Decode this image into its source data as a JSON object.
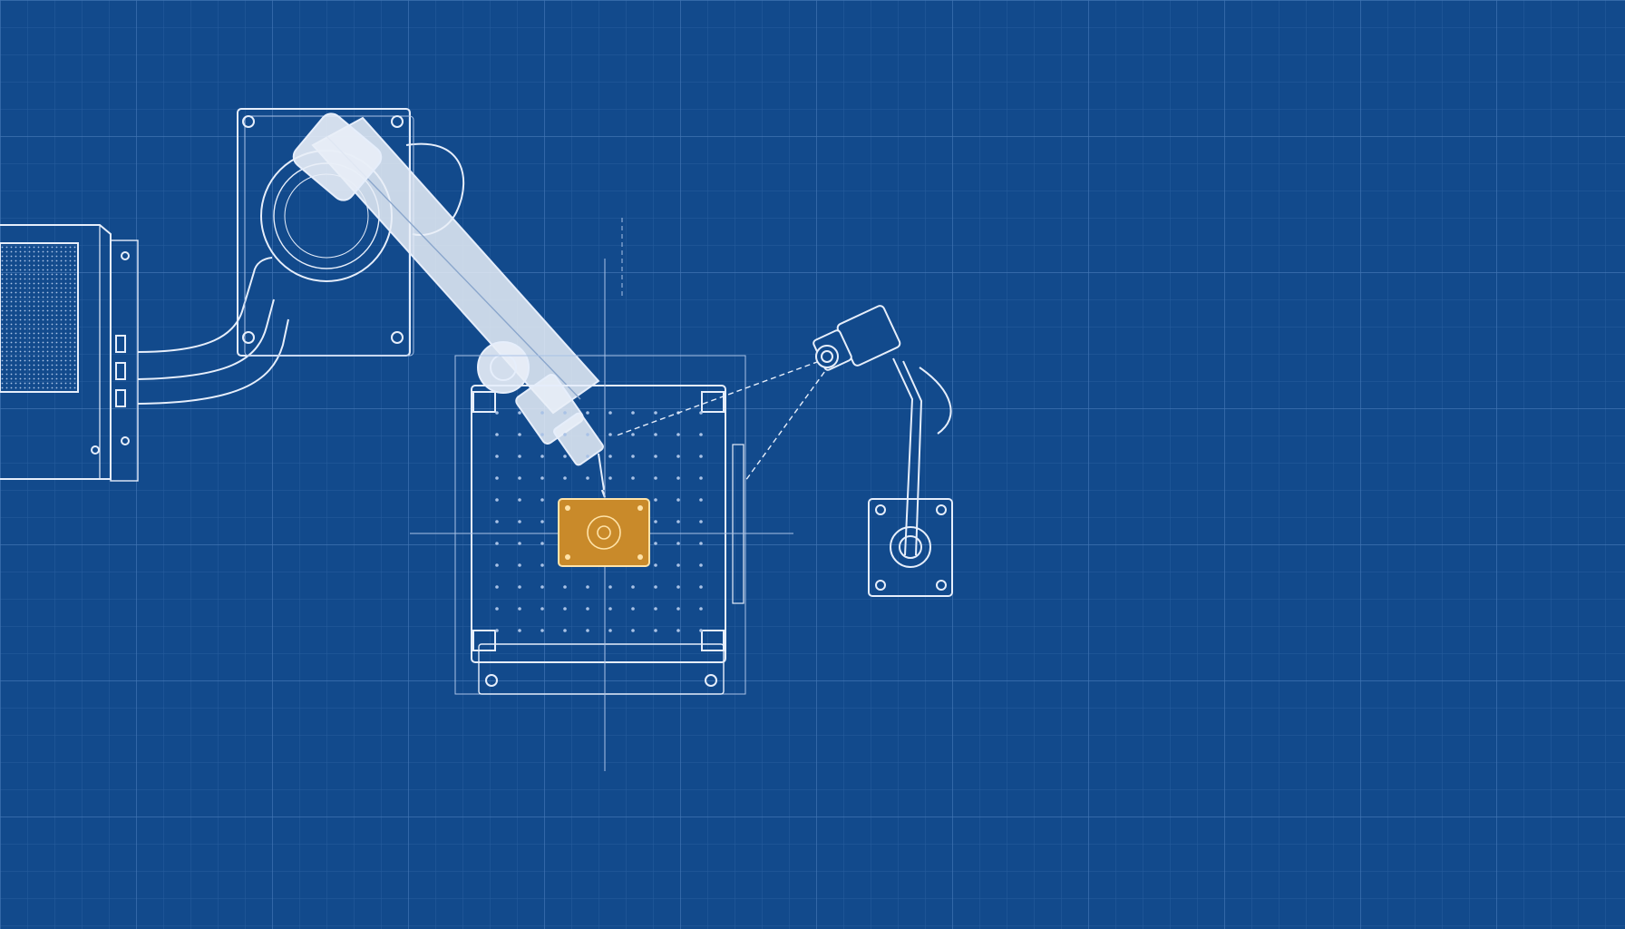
{
  "colors": {
    "background": "#124a8c",
    "grid_minor": "#2e63a3",
    "grid_major": "#4d7fbd",
    "line": "#e6eefb",
    "line_dim": "#a9c2e6",
    "arm_fill": "#e9eef7",
    "part_fill": "#c98a2a",
    "part_stroke": "#ffe3a8"
  },
  "components": [
    {
      "id": "control-cabinet",
      "icon": "control-cabinet-icon"
    },
    {
      "id": "robot-base",
      "icon": "robot-base-icon"
    },
    {
      "id": "robot-arm",
      "icon": "robot-arm-icon"
    },
    {
      "id": "fixture-table",
      "icon": "fixture-table-icon"
    },
    {
      "id": "workpiece",
      "icon": "workpiece-icon"
    },
    {
      "id": "vision-camera",
      "icon": "camera-icon"
    },
    {
      "id": "camera-mount",
      "icon": "camera-mount-icon"
    }
  ]
}
